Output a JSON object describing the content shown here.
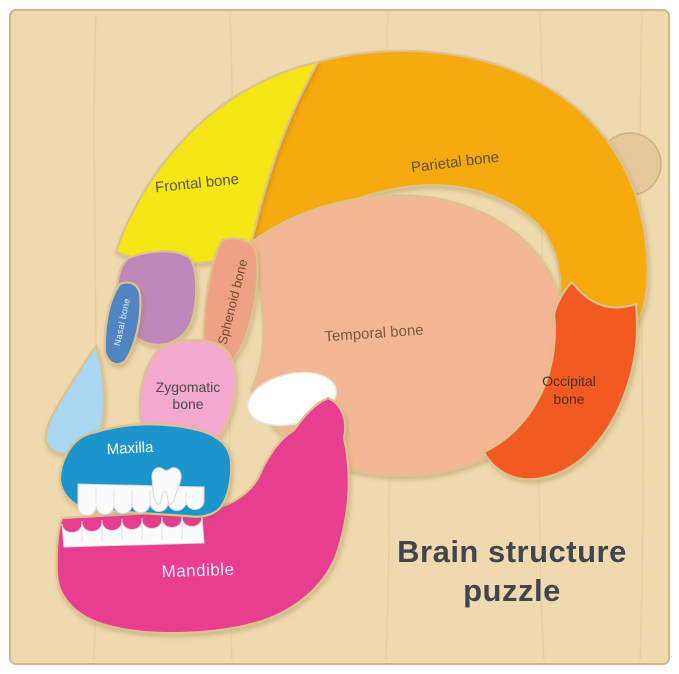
{
  "title": {
    "line1": "Brain structure",
    "line2": "puzzle",
    "color": "#42454e"
  },
  "board": {
    "wood": "#eedaae",
    "grain": "#d8bc8a",
    "edge": "#d3b787",
    "knob": "#e5c89a"
  },
  "pieces": {
    "frontal": {
      "label": "Frontal bone",
      "fill": "#f7e612",
      "label_color": "#5b5844"
    },
    "parietal": {
      "label": "Parietal bone",
      "fill": "#f7aa0b",
      "label_color": "#5e5130"
    },
    "temporal": {
      "label": "Temporal bone",
      "fill": "#f3b893",
      "label_color": "#7a5742"
    },
    "occipital": {
      "label_line1": "Occipital",
      "label_line2": "bone",
      "fill": "#f25a21",
      "label_color": "#512f28"
    },
    "sphenoid": {
      "label": "Sphenoid bone",
      "fill": "#efa184",
      "label_color": "#744d39"
    },
    "nasal": {
      "label": "Nasal bone",
      "fill": "#4f86c1",
      "label_color": "#e8f1fa"
    },
    "purple": {
      "fill": "#c088ba"
    },
    "zygomatic": {
      "label_line1": "Zygomatic",
      "label_line2": "bone",
      "fill": "#f4a9cd",
      "label_color": "#4a4a52"
    },
    "nose": {
      "fill": "#aad7f1"
    },
    "maxilla": {
      "label": "Maxilla",
      "fill": "#1f95cd",
      "label_color": "#ffffff"
    },
    "mandible": {
      "label": "Mandible",
      "fill": "#e93d91",
      "label_color": "#ffeaf5"
    }
  },
  "details": {
    "teeth": "#fbfbfb",
    "tooth_outline": "#dadada",
    "eye_socket": "#ffffff"
  }
}
